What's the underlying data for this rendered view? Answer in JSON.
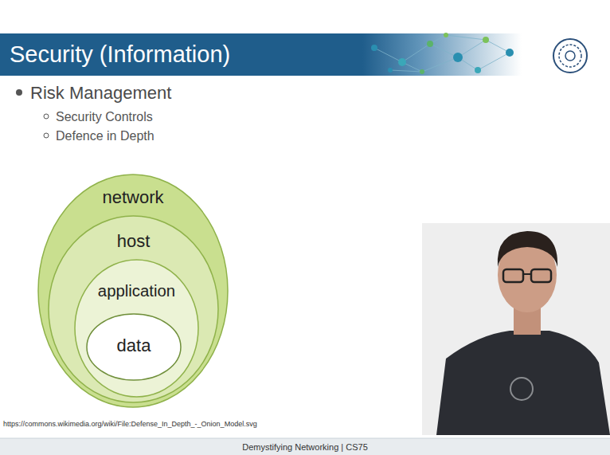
{
  "diagram": {
    "title": "Security (Information)",
    "nodes": [
      {
        "text": [
          "network"
        ]
      },
      {
        "text": [
          "host"
        ],
        "in": 0
      },
      {
        "text": [
          "application"
        ],
        "in": 1
      },
      {
        "text": [
          "data"
        ],
        "in": 2
      }
    ],
    "labels": [
      "Risk Management",
      "Security Controls",
      "Defence in Depth",
      "https://commons.wikimedia.org/wiki/File:Defense_In_Depth_-_Onion_Model.svg",
      "Demystifying Networking | CS75"
    ]
  }
}
